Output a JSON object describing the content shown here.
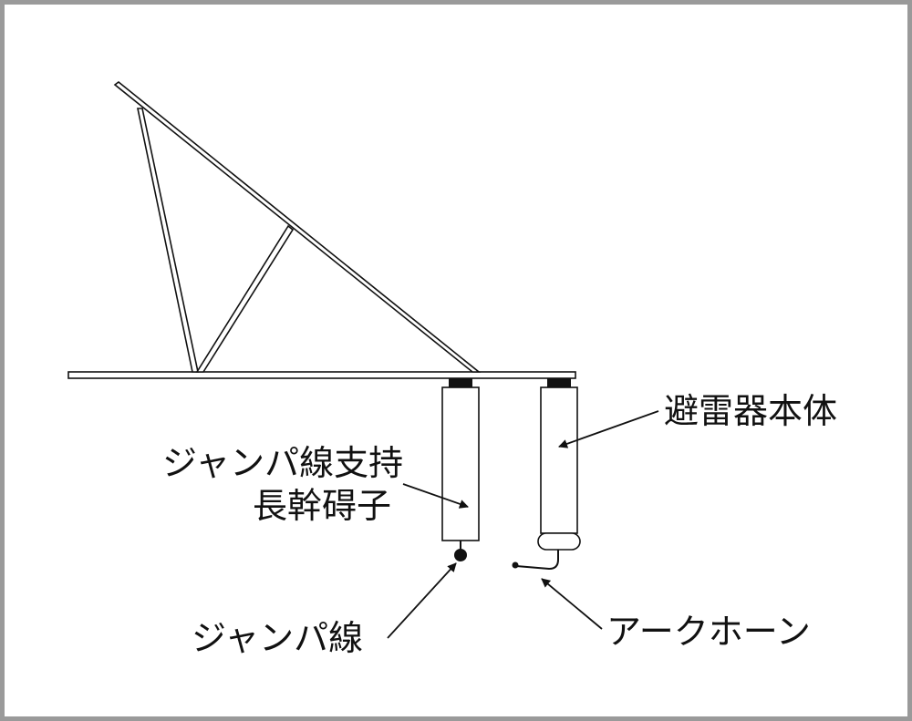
{
  "labels": {
    "arrester_body": "避雷器本体",
    "insulator_line1": "ジャンパ線支持",
    "insulator_line2": "長幹碍子",
    "jumper_wire": "ジャンパ線",
    "arc_horn": "アークホーン"
  },
  "colors": {
    "stroke": "#111111",
    "frame": "#9a9a9a",
    "background": "#ffffff"
  }
}
